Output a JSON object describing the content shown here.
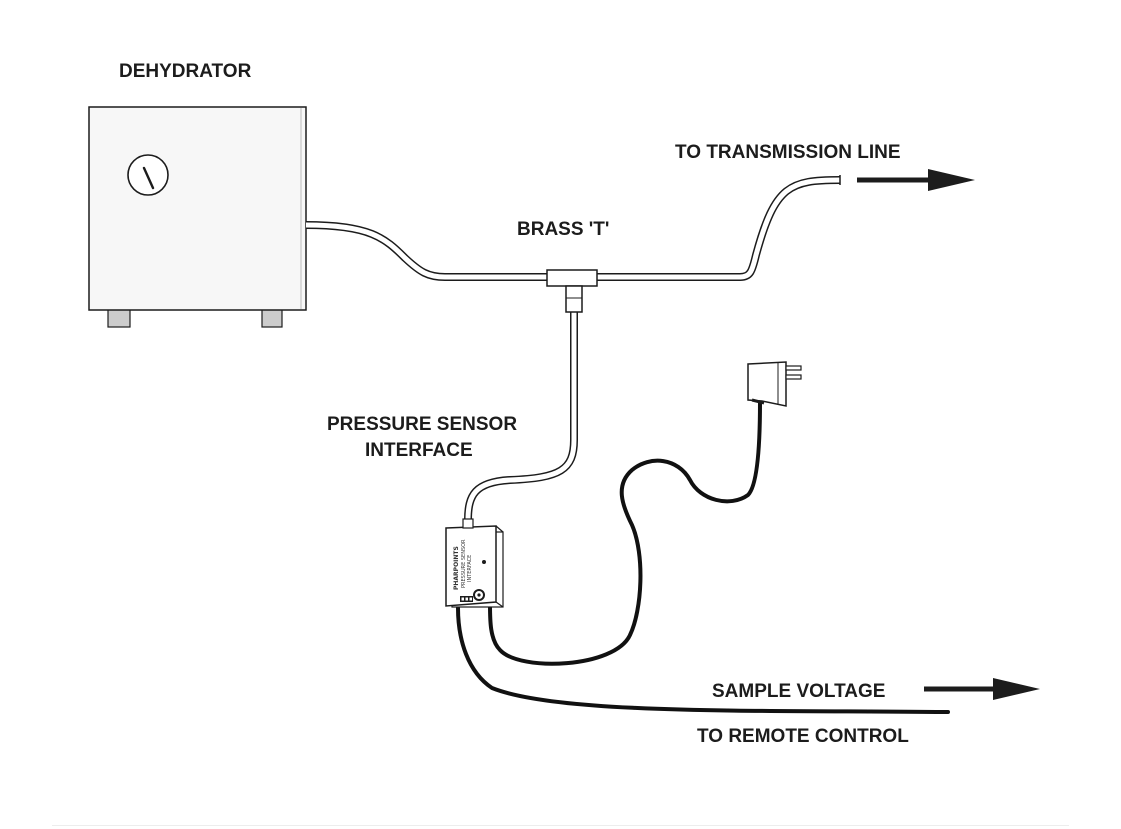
{
  "labels": {
    "dehydrator": "DEHYDRATOR",
    "to_transmission_line": "TO TRANSMISSION LINE",
    "brass_t": "BRASS 'T'",
    "pressure_sensor_line1": "PRESSURE SENSOR",
    "pressure_sensor_line2": "INTERFACE",
    "sample_voltage": "SAMPLE VOLTAGE",
    "to_remote_control": "TO REMOTE CONTROL"
  },
  "device": {
    "brand": "PHARPOINTS",
    "model_line1": "PRESSURE SENSOR",
    "model_line2": "INTERFACE"
  },
  "colors": {
    "ink": "#1c1c1c",
    "cabinet_fill": "#f7f7f7",
    "foot_fill": "#cccccc",
    "tube_fill": "#ffffff",
    "cable": "#111111"
  },
  "icons": [
    "pressure-gauge-icon",
    "power-plug-icon",
    "arrow-right-icon"
  ]
}
